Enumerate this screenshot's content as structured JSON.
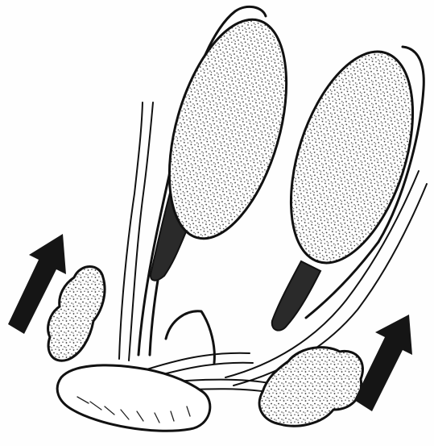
{
  "illustration": {
    "style": "black-and-white pen-and-stipple anatomical drawing",
    "colors": {
      "ink": "#111111",
      "paper": "#ffffff",
      "stipple": "#333333",
      "arrow": "#151515"
    },
    "structures": [
      {
        "id": "left-testis",
        "shape": "elongated ovoid, stippled"
      },
      {
        "id": "right-testis",
        "shape": "elongated ovoid, stippled"
      },
      {
        "id": "left-epididymis",
        "shape": "dark tail along lower left testis"
      },
      {
        "id": "right-epididymis",
        "shape": "dark tail along lower right testis"
      },
      {
        "id": "left-seminal-gland",
        "shape": "lobulated stippled mass"
      },
      {
        "id": "right-seminal-gland",
        "shape": "lobulated stippled mass"
      },
      {
        "id": "urethra",
        "shape": "curved tube at base"
      },
      {
        "id": "ducts",
        "shape": "paired long tubes"
      }
    ],
    "arrows": [
      {
        "id": "left-arrow",
        "direction": "up-right"
      },
      {
        "id": "right-arrow",
        "direction": "up-right"
      }
    ]
  }
}
